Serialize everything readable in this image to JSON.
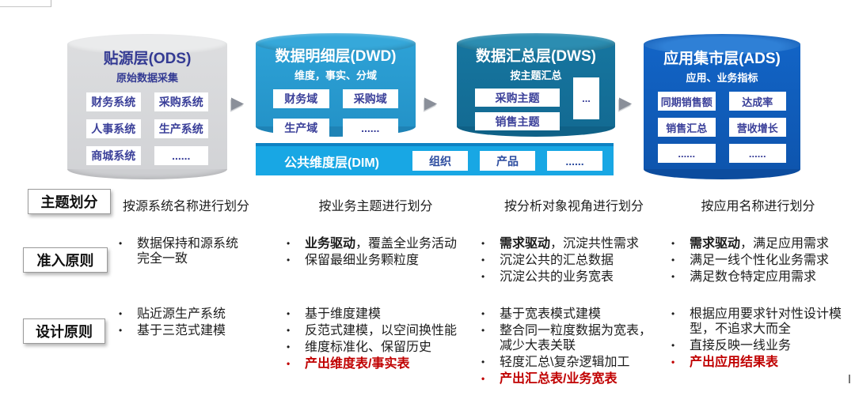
{
  "icons": {
    "flow_arrow": "▶"
  },
  "colors": {
    "ods_gray": "#d4d5d8",
    "dwd_blue": "#2da1d6",
    "dws_teal": "#16759f",
    "ads_blue": "#1264c6",
    "dim_cyan": "#18a7e4",
    "box_text": "#3a3f99",
    "highlight_red": "#c00000"
  },
  "pipeline": {
    "layers": [
      {
        "key": "ods",
        "title": "贴源层(ODS)",
        "subtitle": "原始数据采集",
        "boxes": [
          "财务系统",
          "采购系统",
          "人事系统",
          "生产系统",
          "商城系统",
          "......"
        ]
      },
      {
        "key": "dwd",
        "title": "数据明细层(DWD)",
        "subtitle": "维度，事实、分域",
        "boxes": [
          "财务域",
          "采购域",
          "生产域",
          "......"
        ]
      },
      {
        "key": "dws",
        "title": "数据汇总层(DWS)",
        "subtitle": "按主题汇总",
        "boxes": [
          "采购主题",
          "销售主题"
        ],
        "more": "..."
      },
      {
        "key": "ads",
        "title": "应用集市层(ADS)",
        "subtitle": "应用、业务指标",
        "boxes": [
          "同期销售额",
          "达成率",
          "销售汇总",
          "营收增长",
          "......",
          "......"
        ]
      }
    ],
    "dim_layer": {
      "title": "公共维度层(DIM)",
      "boxes": [
        "组织",
        "产品",
        "......"
      ]
    }
  },
  "matrix": {
    "row_labels": [
      "主题划分",
      "准入原则",
      "设计原则"
    ],
    "division": [
      "按源系统名称进行划分",
      "按业务主题进行划分",
      "按分析对象视角进行划分",
      "按应用名称进行划分"
    ],
    "admission": [
      [
        {
          "t": "数据保持和源系统完全一致"
        }
      ],
      [
        {
          "b": "业务驱动",
          "t": "，覆盖全业务活动"
        },
        {
          "t": "保留最细业务颗粒度"
        }
      ],
      [
        {
          "b": "需求驱动",
          "t": "，沉淀共性需求"
        },
        {
          "t": "沉淀公共的汇总数据"
        },
        {
          "t": "沉淀公共的业务宽表"
        }
      ],
      [
        {
          "b": "需求驱动",
          "t": "，满足应用需求"
        },
        {
          "t": "满足一线个性化业务需求"
        },
        {
          "t": "满足数仓特定应用需求"
        }
      ]
    ],
    "design": [
      [
        {
          "t": "贴近源生产系统"
        },
        {
          "t": "基于三范式建模"
        }
      ],
      [
        {
          "t": "基于维度建模"
        },
        {
          "t": "反范式建模，以空间换性能"
        },
        {
          "t": "维度标准化、保留历史"
        },
        {
          "t": "产出维度表/事实表",
          "red": true
        }
      ],
      [
        {
          "t": "基于宽表模式建模"
        },
        {
          "t": "整合同一粒度数据为宽表，减少大表关联"
        },
        {
          "t": "轻度汇总\\复杂逻辑加工"
        },
        {
          "t": "产出汇总表/业务宽表",
          "red": true
        }
      ],
      [
        {
          "t": "根据应用要求针对性设计模型，不追求大而全"
        },
        {
          "t": "直接反映一线业务"
        },
        {
          "t": "产出应用结果表",
          "red": true
        }
      ]
    ]
  }
}
